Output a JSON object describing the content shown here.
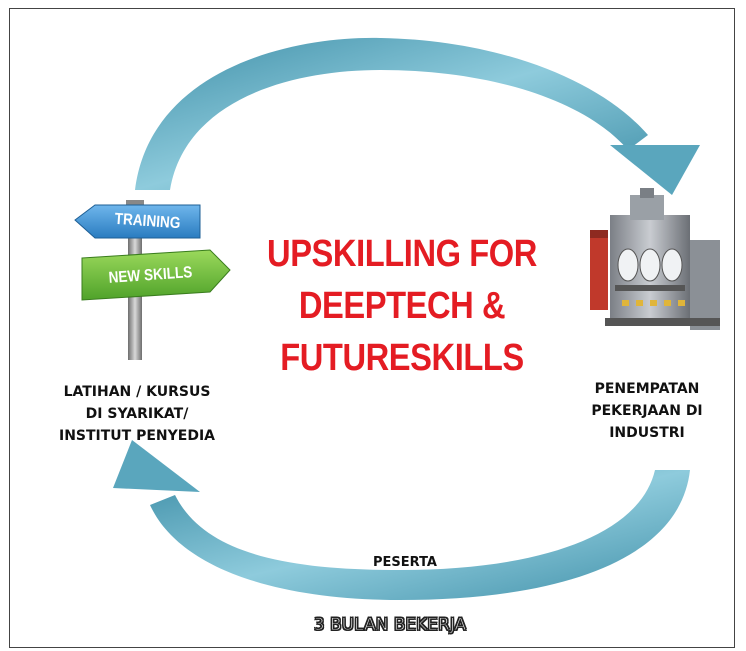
{
  "title": {
    "line1": "UPSKILLING FOR",
    "line2": "DEEPTECH &",
    "line3": "FUTURESKILLS"
  },
  "signpost": {
    "sign1": "TRAINING",
    "sign2": "NEW SKILLS"
  },
  "left_node": {
    "line1": "LATIHAN / KURSUS",
    "line2": "DI SYARIKAT/",
    "line3": "INSTITUT PENYEDIA"
  },
  "right_node": {
    "line1": "PENEMPATAN",
    "line2": "PEKERJAAN DI",
    "line3": "INDUSTRI"
  },
  "bottom_label": "PESERTA",
  "duration_label": "3 BULAN BEKERJA",
  "colors": {
    "title": "#e41c23",
    "arrow": "#5aa6bd",
    "sign_blue": "#3a8fd0",
    "sign_green": "#6cbf3a"
  },
  "icons": [
    "signpost-icon",
    "factory-icon",
    "cycle-arrow-icon"
  ]
}
